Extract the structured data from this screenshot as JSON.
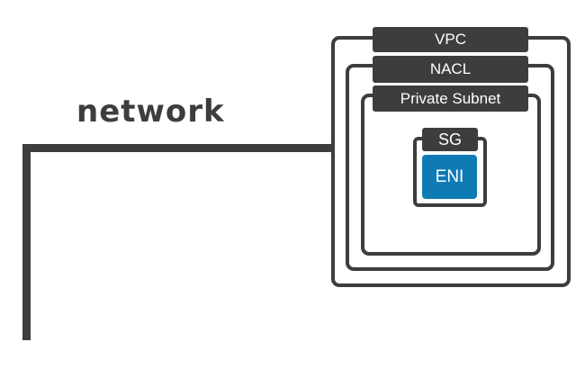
{
  "diagram": {
    "network_label": "network",
    "layers": {
      "vpc": "VPC",
      "nacl": "NACL",
      "subnet": "Private Subnet",
      "sg": "SG",
      "eni": "ENI"
    },
    "colors": {
      "stroke": "#3d3d3d",
      "label_text": "#ffffff",
      "eni_fill": "#0f7bb5"
    }
  }
}
